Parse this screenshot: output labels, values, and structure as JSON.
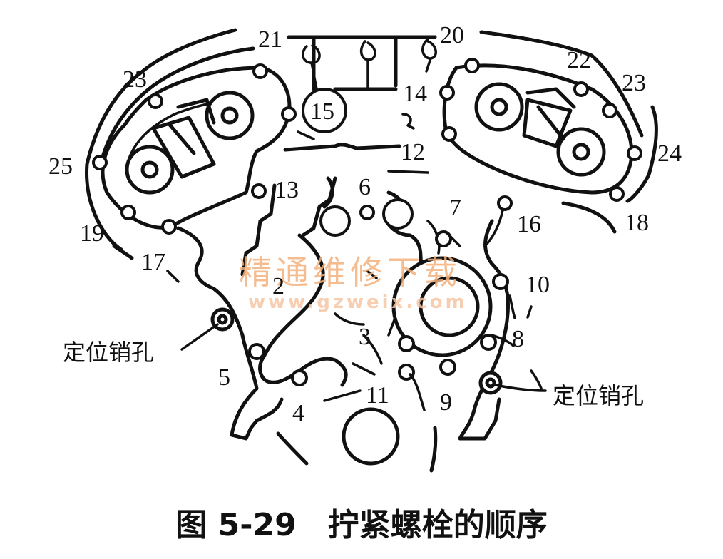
{
  "caption": "图 5-29　拧紧螺栓的顺序",
  "callouts": {
    "left": "定位销孔",
    "right": "定位销孔"
  },
  "watermark": {
    "text": "精通维修下载",
    "url": "www.gzweix.com",
    "color": "#f3b07d"
  },
  "bolt_numbers": {
    "n2": "2",
    "n3": "3",
    "n4": "4",
    "n5": "5",
    "n6": "6",
    "n7": "7",
    "n8": "8",
    "n9": "9",
    "n10": "10",
    "n11": "11",
    "n12": "12",
    "n13": "13",
    "n14": "14",
    "n15": "15",
    "n16": "16",
    "n17": "17",
    "n18": "18",
    "n19": "19",
    "n20": "20",
    "n21": "21",
    "n22": "22",
    "n23_left": "23",
    "n23_right": "23",
    "n24": "24",
    "n25": "25"
  }
}
